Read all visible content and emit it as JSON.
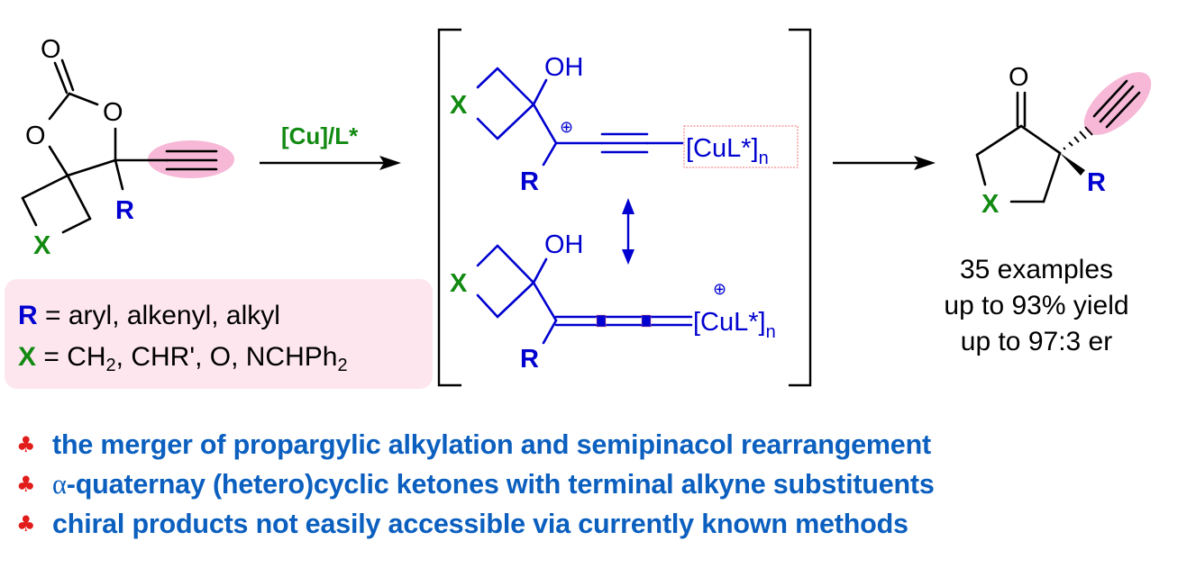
{
  "scheme": {
    "substrate": {
      "atoms": {
        "carbonyl_O": "O",
        "ring_O_left": "O",
        "ring_O_right": "O",
        "R": "R",
        "X": "X"
      },
      "highlight": "terminal-alkyne",
      "highlight_color": "#f6b8d6"
    },
    "condition": "[Cu]/L*",
    "intermediate_top": {
      "OH": "OH",
      "X": "X",
      "R": "R",
      "charge": "⊕",
      "metal": "[CuL*]",
      "metal_sub": "n"
    },
    "intermediate_bottom": {
      "OH": "OH",
      "X": "X",
      "R": "R",
      "charge": "⊕",
      "metal": "[CuL*]",
      "metal_sub": "n"
    },
    "product": {
      "O": "O",
      "R": "R",
      "X": "X",
      "highlight_color": "#f6b8d6"
    }
  },
  "legend": {
    "r_key": "R",
    "r_text": " = aryl, alkenyl, alkyl",
    "x_key": "X",
    "x_text_parts": [
      " = CH",
      "2",
      ", CHR', O, NCHPh",
      "2"
    ],
    "background": "#fde6ee"
  },
  "results": {
    "examples": "35 examples",
    "yield": "up to 93% yield",
    "er": "up to 97:3 er"
  },
  "highlights": [
    {
      "bullet": "♣",
      "prefix": "",
      "text": "the merger of propargylic alkylation and semipinacol rearrangement"
    },
    {
      "bullet": "♣",
      "prefix": "α",
      "text": "-quaternay (hetero)cyclic ketones with terminal alkyne substituents"
    },
    {
      "bullet": "♣",
      "prefix": "",
      "text": "chiral products not easily accessible via currently known methods"
    }
  ],
  "colors": {
    "bullet_text": "#0b5fbf",
    "bullet_icon": "#e21b1b",
    "R_label": "#0000d0",
    "X_label": "#128a12",
    "intermediate": "#0000d0"
  }
}
